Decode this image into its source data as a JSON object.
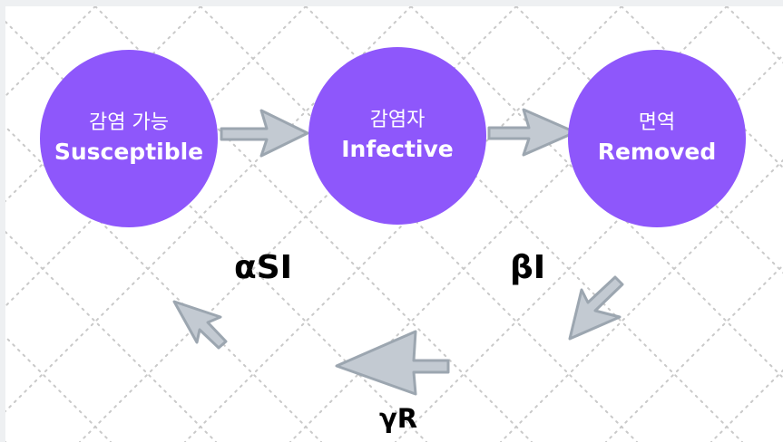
{
  "nodes": {
    "susceptible": {
      "korean": "감염 가능",
      "english": "Susceptible"
    },
    "infective": {
      "korean": "감염자",
      "english": "Infective"
    },
    "removed": {
      "korean": "면역",
      "english": "Removed"
    }
  },
  "rates": {
    "infection": "αSI",
    "removal": "βI",
    "loss_of_immunity": "γR"
  },
  "colors": {
    "node_fill": "#8e57fb",
    "arrow_fill": "#c3cad2",
    "arrow_stroke": "#9ca6b0",
    "grid_dots": "#c9c9c9"
  }
}
